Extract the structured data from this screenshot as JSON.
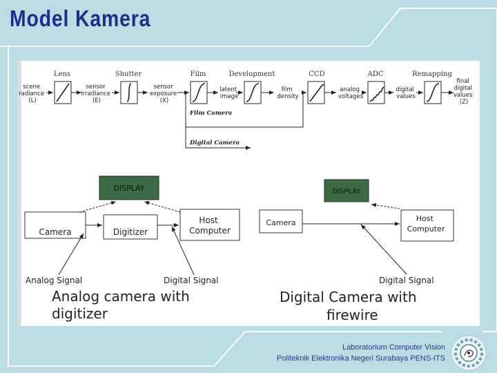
{
  "title": "Model Kamera",
  "footer": {
    "line1": "Laboratorium Computer Vision",
    "line2": "Politeknik Elektronika Negeri Surabaya PENS-ITS"
  },
  "colors": {
    "background": "#b9dde3",
    "title": "#1e2e8a",
    "display_box": "#3d6b45"
  },
  "pipeline": {
    "stages": [
      "Lens",
      "Shutter",
      "Film",
      "Development",
      "CCD",
      "ADC",
      "Remapping"
    ],
    "quantities": {
      "scene": [
        "scene",
        "radiance",
        "(L)"
      ],
      "irradiance": [
        "sensor",
        "irradiance",
        "(E)"
      ],
      "exposure": [
        "sensor",
        "exposure",
        "(X)"
      ],
      "latent": [
        "latent",
        "image"
      ],
      "density": [
        "film",
        "density"
      ],
      "analog": [
        "analog",
        "voltages"
      ],
      "digital": [
        "digital",
        "values"
      ],
      "final": [
        "final",
        "digital",
        "values",
        "(Z)"
      ]
    },
    "film_camera_label": "Film Camera",
    "digital_camera_label": "Digital Camera"
  },
  "analog_diagram": {
    "display": "DISPLAY",
    "camera": "Camera",
    "digitizer": "Digitizer",
    "host": [
      "Host",
      "Computer"
    ],
    "analog_signal": "Analog Signal",
    "digital_signal": "Digital Signal",
    "caption": [
      "Analog camera with",
      "digitizer"
    ]
  },
  "digital_diagram": {
    "display": "DISPLAY",
    "camera": "Camera",
    "host": [
      "Host",
      "Computer"
    ],
    "digital_signal": "Digital Signal",
    "caption": [
      "Digital Camera with",
      "firewire"
    ]
  },
  "logo_icon": "pens-its-gear-logo-icon"
}
